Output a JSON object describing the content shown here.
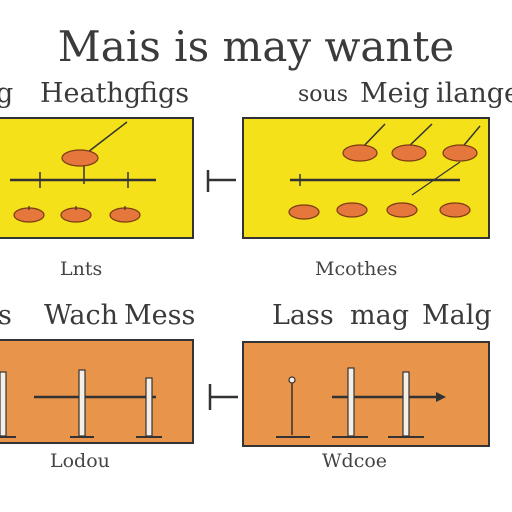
{
  "title": "Mais is may wante",
  "top_row": {
    "left_head": [
      "g",
      "Heathg",
      "figs"
    ],
    "right_head": [
      "sous",
      "Meig",
      "ilange"
    ],
    "left_caption": "Lnts",
    "right_caption": "Mcothes"
  },
  "bottom_row": {
    "left_head": [
      "s",
      "Wach",
      "Mess"
    ],
    "right_head": [
      "Lass",
      "mag",
      "Malg"
    ],
    "left_caption": "Lodou",
    "right_caption": "Wdcoe"
  },
  "colors": {
    "yellow_panel": "#f5e11a",
    "orange_panel": "#e8944a",
    "bean": "#e5773d",
    "line": "#333333"
  }
}
